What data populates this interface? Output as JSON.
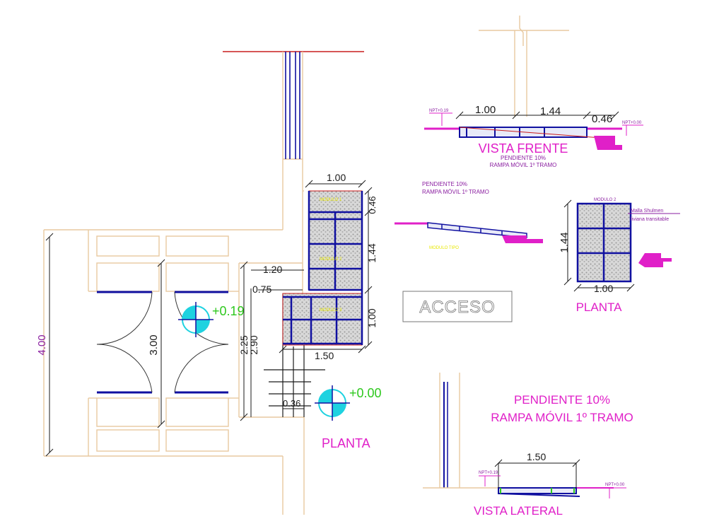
{
  "colors": {
    "wall": "#e8c9a0",
    "dim": "#1a1a1a",
    "magenta": "#e020c8",
    "blue": "#1010a0",
    "violet": "#8a1ea0",
    "green": "#2ec81e",
    "cyan": "#1ed2e0",
    "yellow": "#e8e800",
    "red": "#c81e1e",
    "grey": "#777777"
  },
  "plan": {
    "door_dims": {
      "overall_height": "4.00",
      "door_height": "3.00"
    },
    "level_upper": "+0.19",
    "level_lower": "+0.00",
    "stair_dims": {
      "w120": "1.20",
      "w075": "0.75",
      "h225": "2.25",
      "h290": "2.90",
      "w036": "0.36"
    },
    "ramp_dims": {
      "top_width": "1.00",
      "top_module": "0.46",
      "mid_module": "1.44",
      "low_module": "1.00",
      "low_width": "1.50"
    },
    "ramp_labels": {
      "top": "MODULO 1",
      "mid": "MODULO 2",
      "low": "MODULO 3"
    },
    "title": "PLANTA",
    "access_label": "ACCESO"
  },
  "front_view": {
    "dims": {
      "a": "1.00",
      "b": "1.44",
      "c": "0.46"
    },
    "npt_left": "NPT+0.19",
    "npt_right": "NPT+0.00",
    "title": "VISTA FRENTE",
    "sub1": "PENDIENTE 10%",
    "sub2": "RAMPA MÓVIL 1º TRAMO"
  },
  "side_small": {
    "sub1": "PENDIENTE 10%",
    "sub2": "RAMPA MÓVIL 1º TRAMO",
    "tag": "MODULO TIPO"
  },
  "module_plan": {
    "label": "MODULO 2",
    "dim_h": "1.44",
    "dim_w": "1.00",
    "note1": "Malla Shulmen",
    "note2": "liviana transitable",
    "title": "PLANTA"
  },
  "lateral": {
    "heading1": "PENDIENTE 10%",
    "heading2": "RAMPA MÓVIL 1º TRAMO",
    "dim": "1.50",
    "npt_left": "NPT+0.19",
    "npt_right": "NPT+0.00",
    "title": "VISTA LATERAL"
  }
}
